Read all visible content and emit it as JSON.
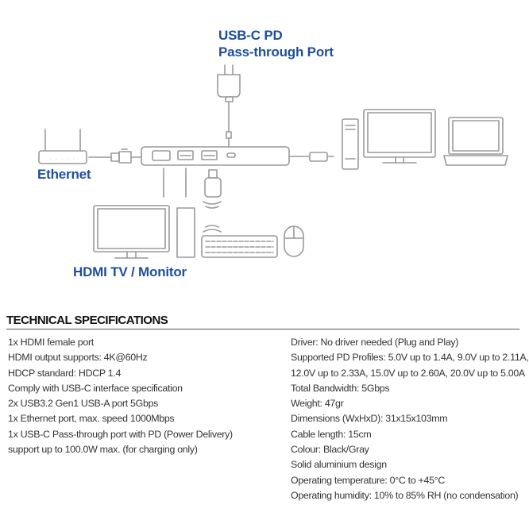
{
  "diagram": {
    "usbc_label": [
      "USB-C PD",
      "Pass-through Port"
    ],
    "ethernet_label": "Ethernet",
    "hdmi_label": "HDMI TV / Monitor",
    "router_leds": "· · · · ·"
  },
  "specs": {
    "title": "TECHNICAL SPECIFICATIONS",
    "left": [
      "1x HDMI female port",
      "HDMI output supports: 4K@60Hz",
      "HDCP standard: HDCP 1.4",
      "Comply with USB-C interface specification",
      "2x USB3.2 Gen1 USB-A port 5Gbps",
      "1x Ethernet port, max. speed 1000Mbps",
      "1x USB-C Pass-through port with PD (Power Delivery)",
      "support up to 100.0W max. (for charging only)"
    ],
    "right": [
      "Driver: No driver needed (Plug and Play)",
      "Supported PD Profiles: 5.0V up to 1.4A, 9.0V up to 2.11A,",
      "12.0V up to 2.33A, 15.0V up to 2.60A, 20.0V up to 5.00A",
      "Total Bandwidth: 5Gbps",
      "Weight: 47gr",
      "Dimensions (WxHxD): 31x15x103mm",
      "Cable length: 15cm",
      "Colour: Black/Gray",
      "Solid aluminium design",
      "Operating temperature: 0°C to +45°C",
      "Operating humidity: 10% to 85% RH (no condensation)"
    ]
  }
}
